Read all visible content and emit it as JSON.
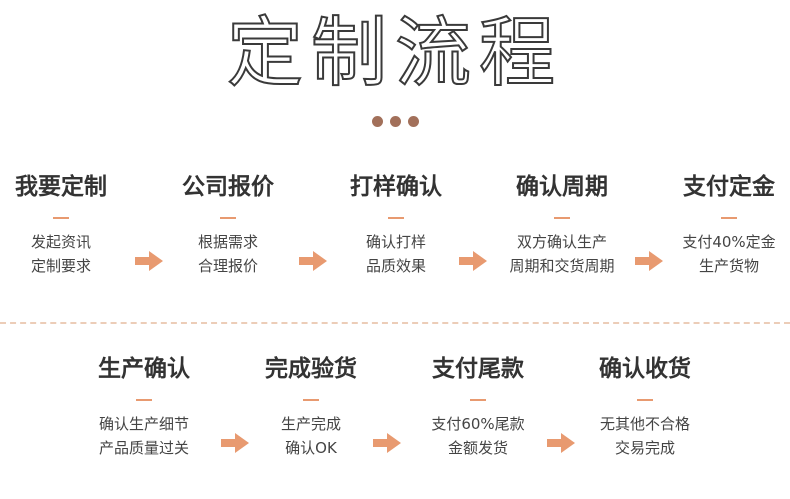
{
  "title": "定制流程",
  "accent_color": "#e89a70",
  "dot_color": "#a2705a",
  "row1": [
    {
      "title": "我要定制",
      "lines": [
        "发起资讯",
        "定制要求"
      ]
    },
    {
      "title": "公司报价",
      "lines": [
        "根据需求",
        "合理报价"
      ]
    },
    {
      "title": "打样确认",
      "lines": [
        "确认打样",
        "品质效果"
      ]
    },
    {
      "title": "确认周期",
      "lines": [
        "双方确认生产",
        "周期和交货周期"
      ]
    },
    {
      "title": "支付定金",
      "lines": [
        "支付40%定金",
        "生产货物"
      ]
    }
  ],
  "row2": [
    {
      "title": "生产确认",
      "lines": [
        "确认生产细节",
        "产品质量过关"
      ]
    },
    {
      "title": "完成验货",
      "lines": [
        "生产完成",
        "确认OK"
      ]
    },
    {
      "title": "支付尾款",
      "lines": [
        "支付60%尾款",
        "金额发货"
      ]
    },
    {
      "title": "确认收货",
      "lines": [
        "无其他不合格",
        "交易完成"
      ]
    }
  ]
}
